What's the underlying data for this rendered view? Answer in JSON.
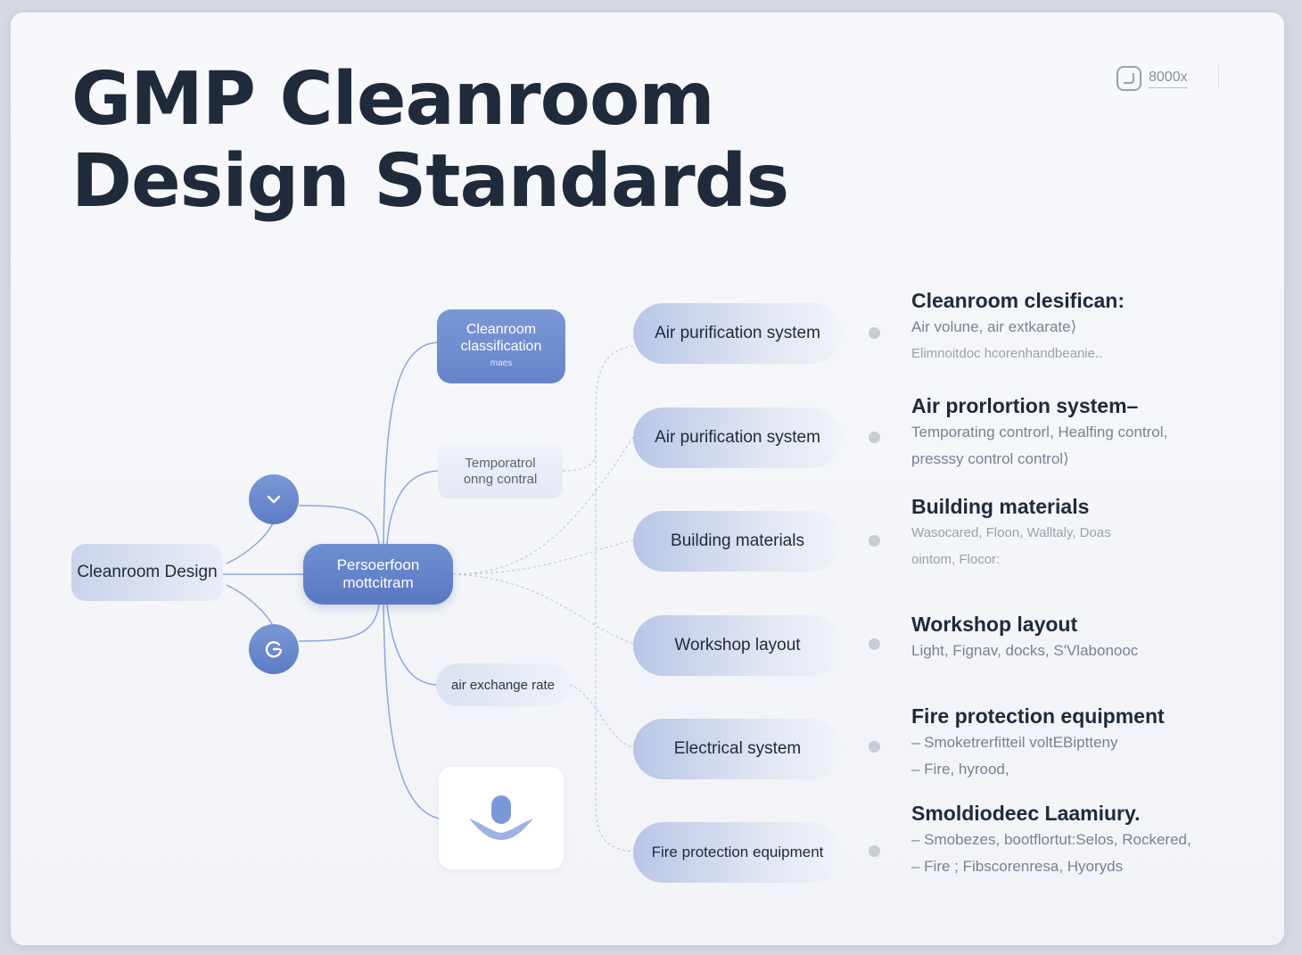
{
  "title": {
    "line1": "GMP Cleanroom",
    "line2": "Design Standards"
  },
  "badge": {
    "text": "8000x",
    "icon": "link-icon"
  },
  "diagram": {
    "root": "Cleanroom Design",
    "center": {
      "line1": "Persoerfoon",
      "line2": "mottcitram"
    },
    "classification": {
      "line1": "Cleanroom",
      "line2": "classification",
      "sub": "maes"
    },
    "temperature": {
      "line1": "Temporatrol",
      "line2": "onng contral"
    },
    "air_exchange": "air exchange rate",
    "circle_icons": [
      "chevron-down-icon",
      "refresh-icon"
    ],
    "image_icon": "person-icon"
  },
  "systems": [
    {
      "pill": "Air purification system",
      "title": "Cleanroom clesifican:",
      "lines": [
        "Air volune, air extkarate⟩",
        "Elimnoitdoc hcorenhandbeanie.."
      ]
    },
    {
      "pill": "Air purification system",
      "title": "Air prorlortion system–",
      "lines": [
        "Temporating controrl, Healfing control,",
        "presssy  control control⟩"
      ]
    },
    {
      "pill": "Building materials",
      "title": "Building materials",
      "lines": [
        "Wasocared, Floon, Walltaly, Doas",
        "ointom, Flocor:"
      ]
    },
    {
      "pill": "Workshop layout",
      "title": "Workshop layout",
      "lines": [
        "Light, Fignav, docks, S'Vlabonooc"
      ]
    },
    {
      "pill": "Electrical system",
      "title": "Fire protection equipment",
      "lines": [
        "– Smoketrerfitteil voltEBiptteny",
        "– Fire, hyrood,"
      ]
    },
    {
      "pill": "Fire protection equipment",
      "title": "Smoldiodeec Laamiury.",
      "lines": [
        "– Smobezes, bootflortut:Selos, Rockered,",
        "– Fire ; Fibscorenresa, Hyoryds"
      ]
    }
  ],
  "colors": {
    "primary": "#6685c9",
    "line": "#8ea6dc",
    "text_dark": "#1f2a3a",
    "text_muted": "#7a8190"
  }
}
